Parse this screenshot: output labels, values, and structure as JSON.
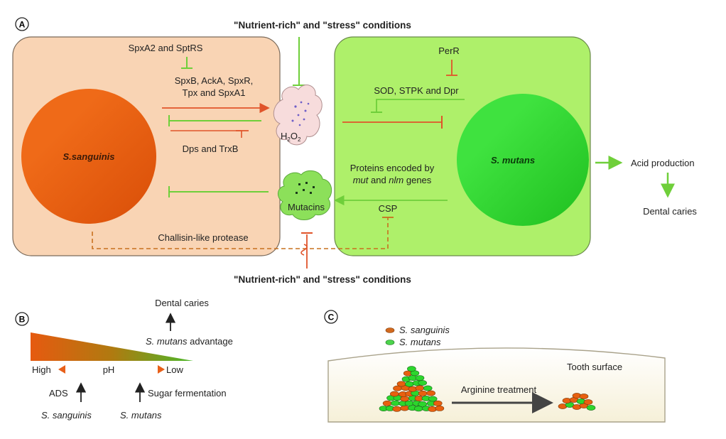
{
  "panels": {
    "a": {
      "letter": "A",
      "top_condition": "\"Nutrient-rich\" and \"stress\" conditions",
      "bottom_condition": "\"Nutrient-rich\" and \"stress\" conditions",
      "s_sanguinis": {
        "cell_label": "S.sanguinis",
        "regulators": "SpxA2 and SptRS",
        "genes_line1": "SpxB, AckA, SpxR,",
        "genes_line2": "Tpx and SpxA1",
        "dps": "Dps and TrxB",
        "challisin": "Challisin-like protease"
      },
      "s_mutans": {
        "cell_label": "S. mutans",
        "perr": "PerR",
        "sod": "SOD, STPK and Dpr",
        "proteins_line1": "Proteins encoded by",
        "proteins_mut": "mut",
        "proteins_and": " and ",
        "proteins_nlm": "nlm",
        "proteins_genes": " genes",
        "csp": "CSP"
      },
      "h2o2": {
        "base": "H",
        "sub1": "2",
        "mid": "O",
        "sub2": "2"
      },
      "mutacins": "Mutacins",
      "acid_production": "Acid production",
      "dental_caries": "Dental caries"
    },
    "b": {
      "letter": "B",
      "dental_caries": "Dental caries",
      "advantage_species": "S. mutans",
      "advantage_text": " advantage",
      "high": "High",
      "ph": "pH",
      "low": "Low",
      "ads": "ADS",
      "sugar": "Sugar fermentation",
      "s_sanguinis": "S. sanguinis",
      "s_mutans": "S. mutans"
    },
    "c": {
      "letter": "C",
      "legend_sanguinis": "S. sanguinis",
      "legend_mutans": "S. mutans",
      "tooth_surface": "Tooth surface",
      "arginine": "Arginine treatment"
    }
  },
  "colors": {
    "sanguinis_box": "#f9d4b4",
    "mutans_box": "#aef06a",
    "sanguinis_cell": "#e8600f",
    "mutans_cell": "#2cd62c",
    "inhibit_red": "#e0542a",
    "inhibit_green": "#6fcf3a",
    "dashed": "#c8701e"
  }
}
